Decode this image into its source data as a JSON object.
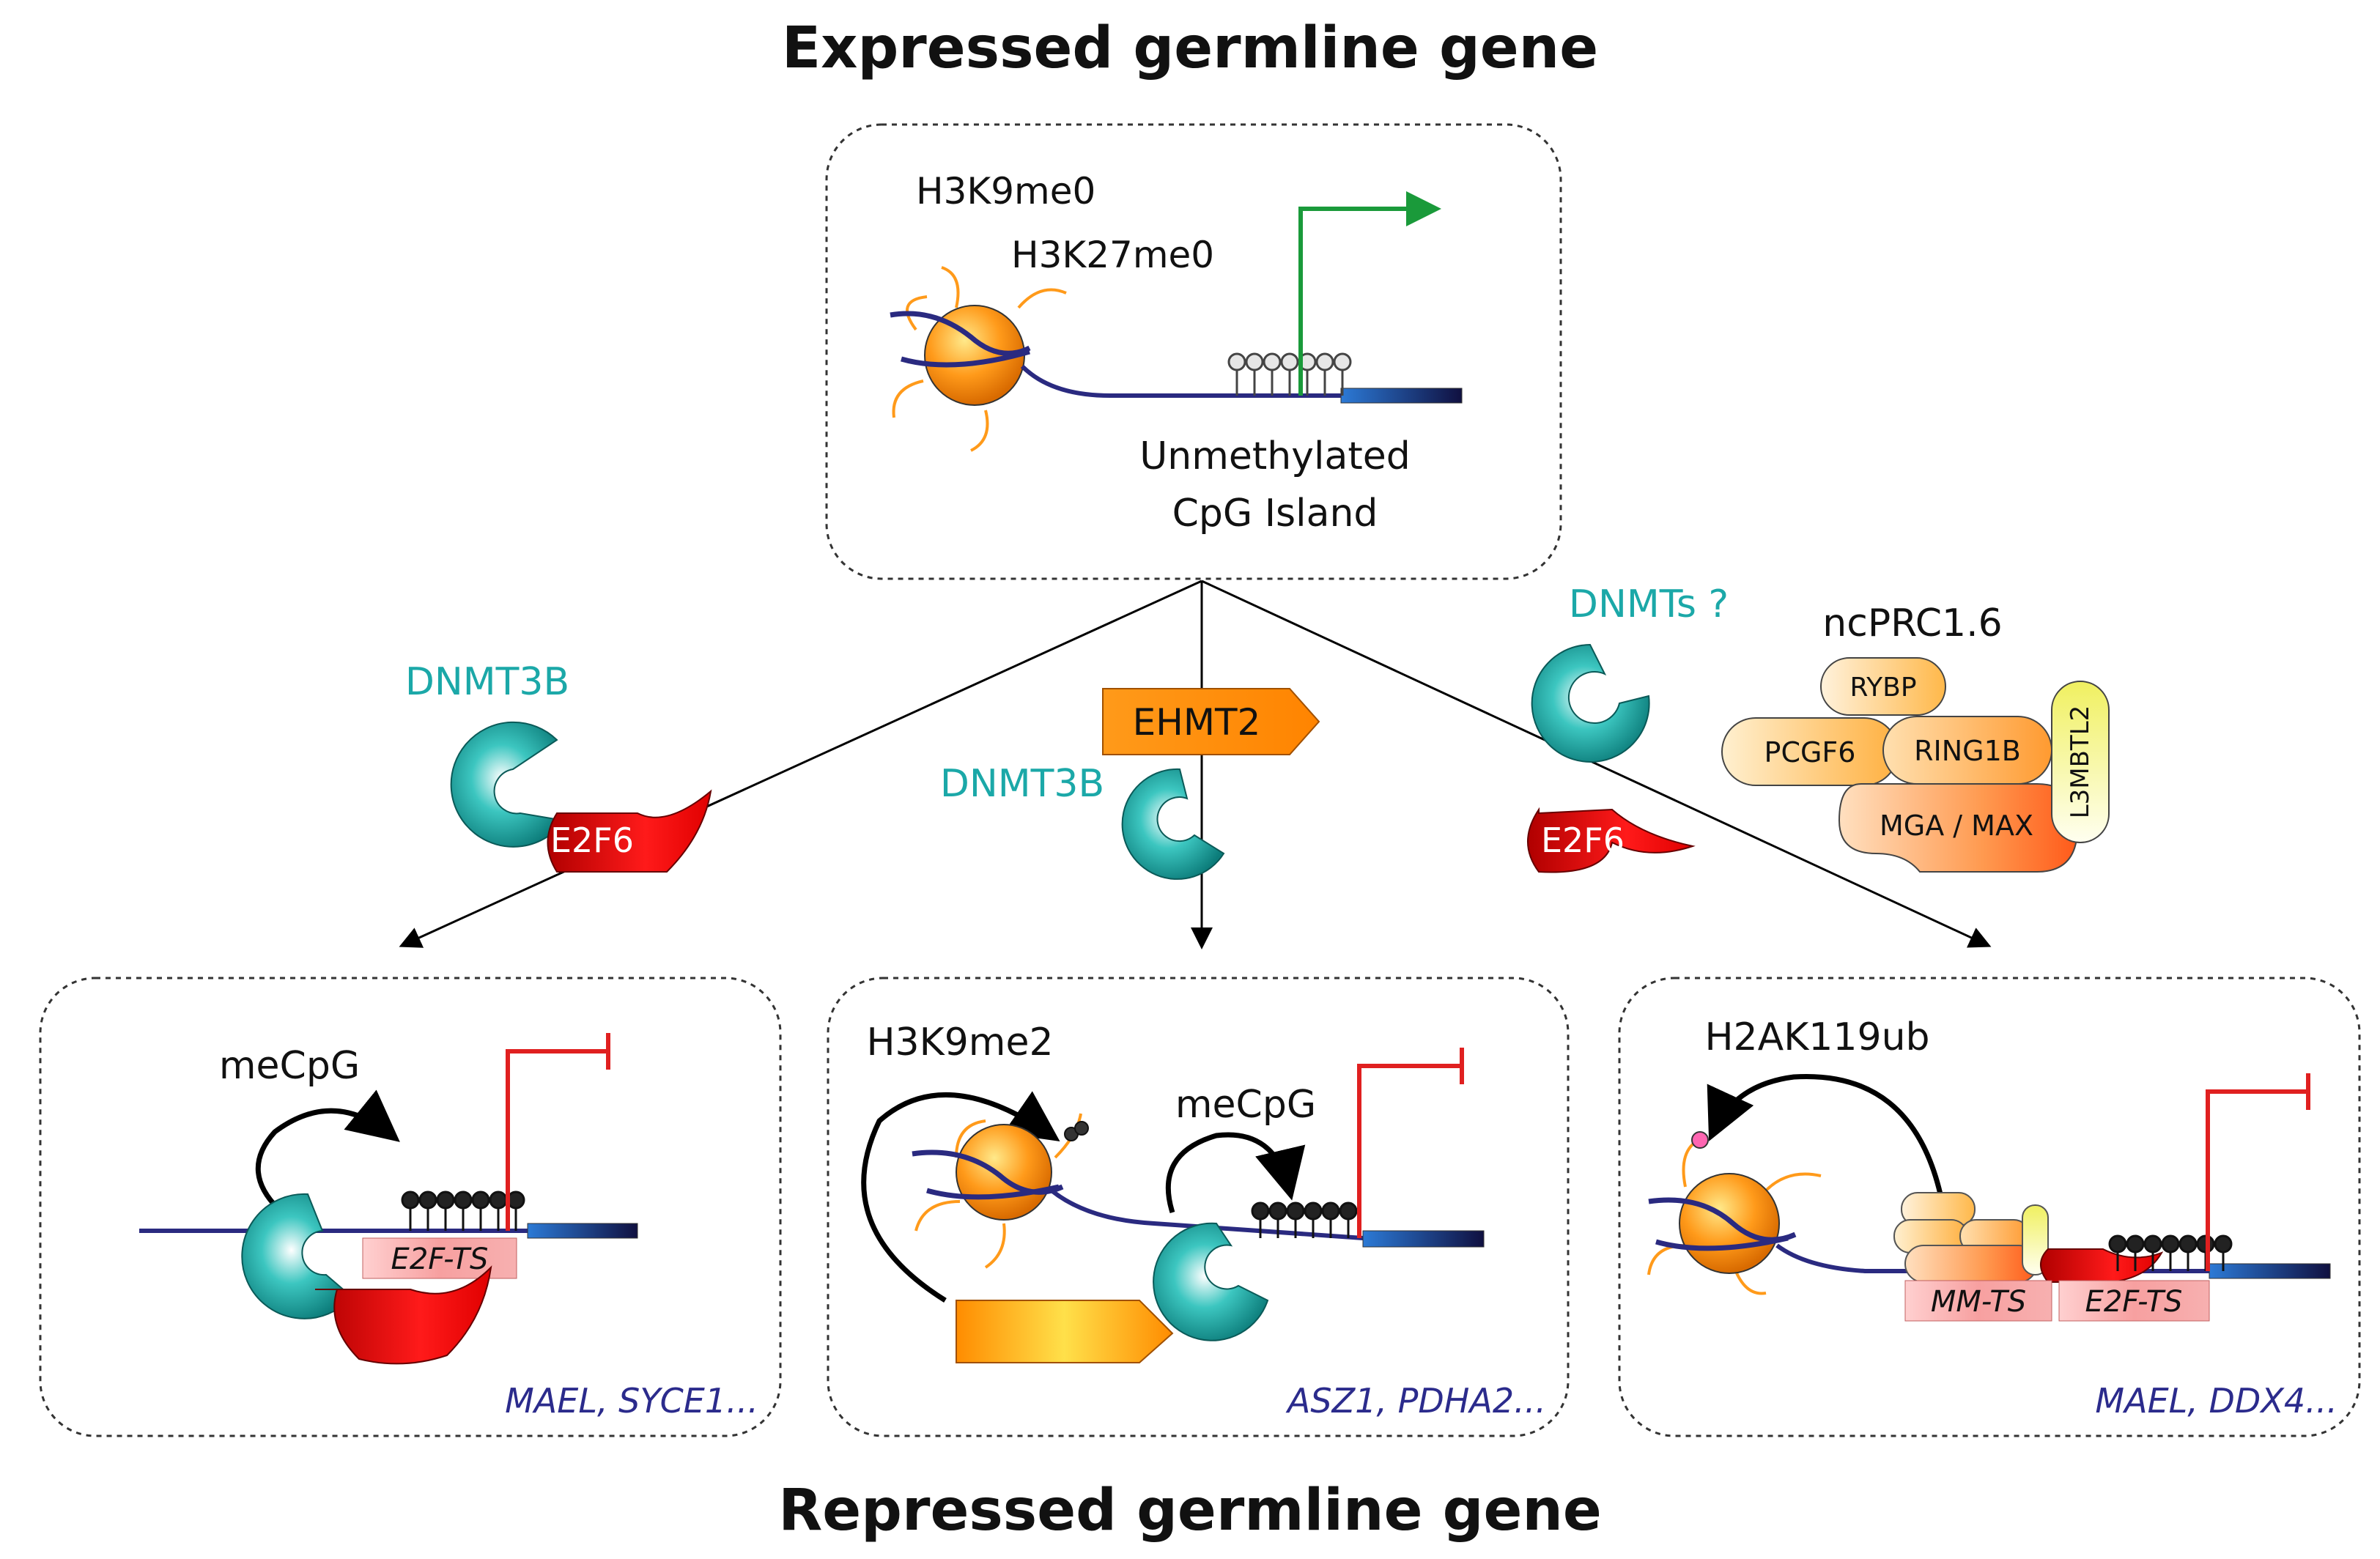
{
  "titles": {
    "top": "Expressed germline gene",
    "bottom": "Repressed germline gene"
  },
  "top_panel": {
    "mark1": "H3K9me0",
    "mark2": "H3K27me0",
    "cpg_line1": "Unmethylated",
    "cpg_line2": "CpG Island"
  },
  "factors": {
    "dnmt3b_left": "DNMT3B",
    "e2f6_left": "E2F6",
    "ehmt2": "EHMT2",
    "dnmt3b_center": "DNMT3B",
    "dnmts_right": "DNMTs ?",
    "e2f6_right": "E2F6",
    "ncprc_title": "ncPRC1.6",
    "rybp": "RYBP",
    "pcgf6": "PCGF6",
    "ring1b": "RING1B",
    "mga_max": "MGA / MAX",
    "l3mbtl2": "L3MBTL2"
  },
  "panel_left": {
    "mark": "meCpG",
    "site": "E2F-TS",
    "genes": "MAEL, SYCE1..."
  },
  "panel_center": {
    "mark1": "H3K9me2",
    "mark2": "meCpG",
    "genes": "ASZ1, PDHA2..."
  },
  "panel_right": {
    "mark": "H2AK119ub",
    "site1": "MM-TS",
    "site2": "E2F-TS",
    "genes": "MAEL, DDX4..."
  },
  "colors": {
    "teal_text": "#1ba8a8",
    "gene_blue": "#2b2b8c",
    "repress_red": "#e02020",
    "activate_green": "#1a9a3a",
    "dna_navy": "#2a2a80"
  }
}
